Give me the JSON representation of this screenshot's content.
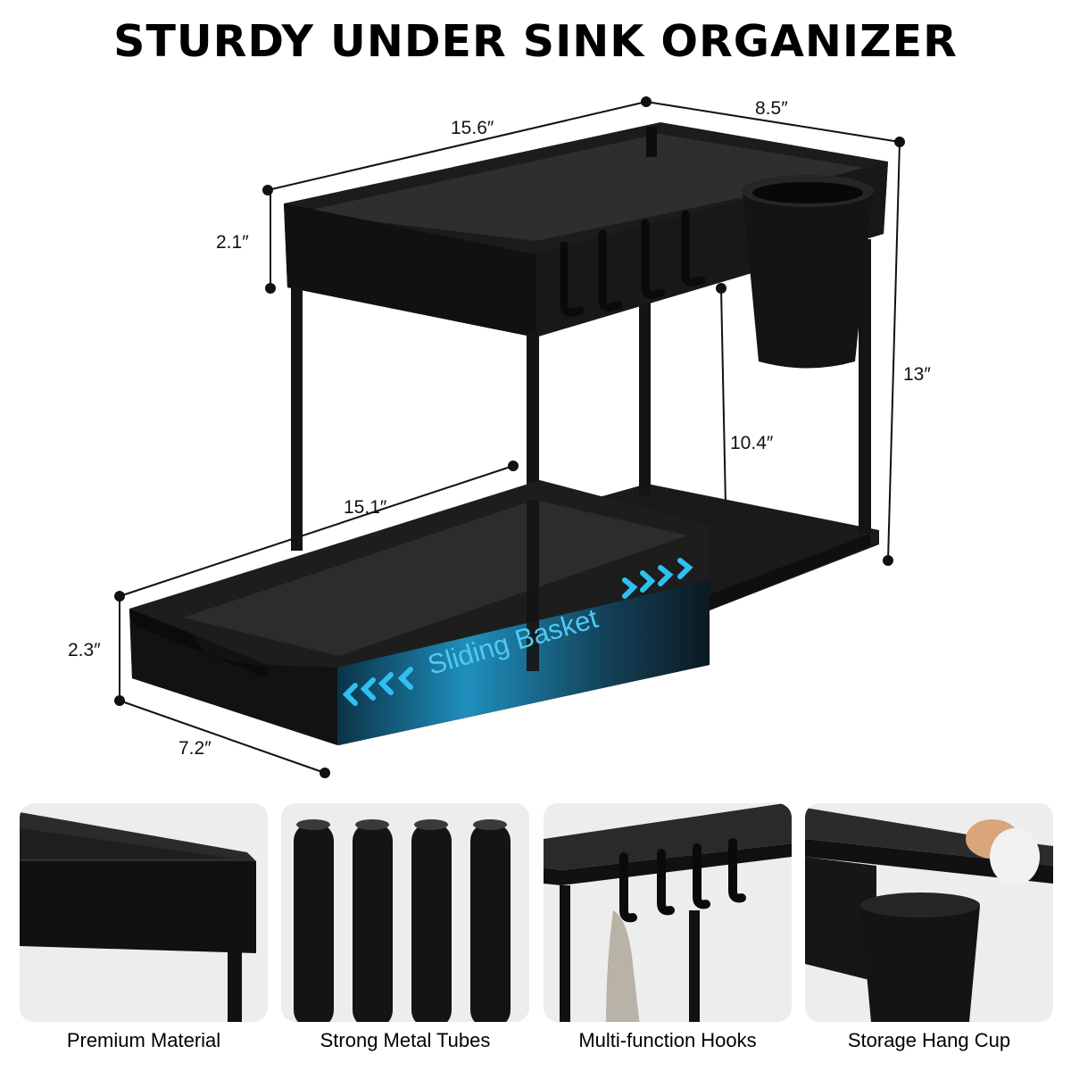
{
  "title": "STURDY UNDER SINK ORGANIZER",
  "dimensions": {
    "top_length": "15.6″",
    "top_depth": "8.5″",
    "top_height": "2.1″",
    "total_height": "13″",
    "inner_height": "10.4″",
    "basket_length": "15.1″",
    "basket_height": "2.3″",
    "basket_depth": "7.2″"
  },
  "basket_label": "Sliding Basket",
  "features": [
    {
      "label": "Premium Material",
      "icon": "shelf-corner-image"
    },
    {
      "label": "Strong Metal Tubes",
      "icon": "metal-tubes-image"
    },
    {
      "label": "Multi-function Hooks",
      "icon": "hooks-image"
    },
    {
      "label": "Storage Hang Cup",
      "icon": "hang-cup-image"
    }
  ],
  "colors": {
    "product": "#151515",
    "accent": "#29b6e8",
    "panel_bg": "#ededed"
  }
}
